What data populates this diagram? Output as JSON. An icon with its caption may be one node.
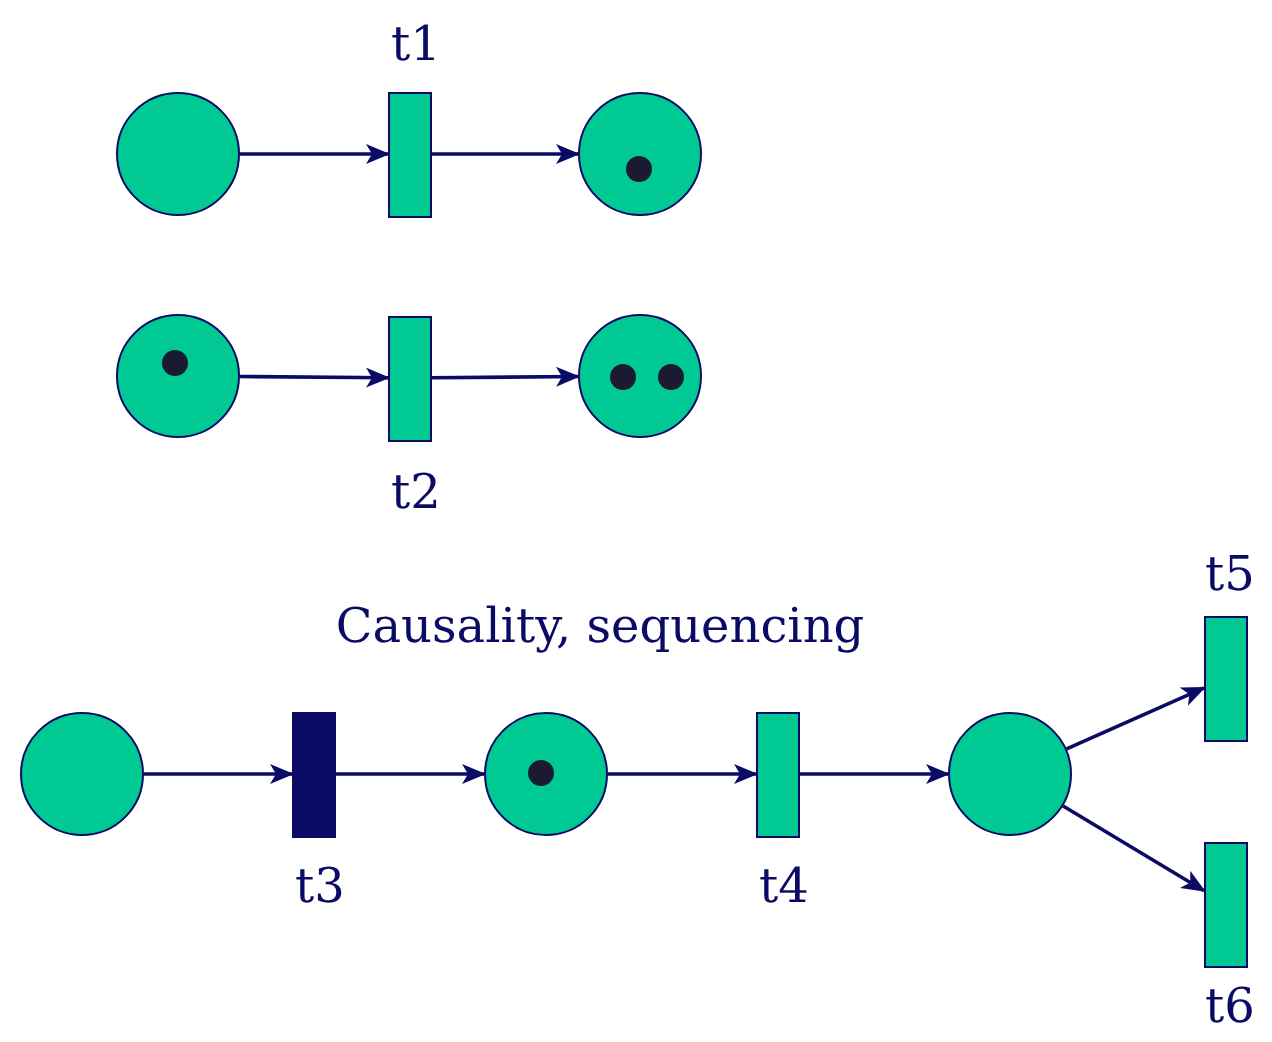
{
  "diagram": {
    "nodes": [
      {
        "text": [],
        "shape": "circle"
      },
      {
        "text": [],
        "shape": "bar",
        "beside": [
          "t1"
        ]
      },
      {
        "text": [],
        "shape": "circle"
      },
      {
        "text": [],
        "shape": "circle",
        "in": 2
      },
      {
        "text": [],
        "shape": "circle"
      },
      {
        "text": [],
        "shape": "circle",
        "in": 4
      },
      {
        "text": [],
        "shape": "bar",
        "beside": [
          "t2"
        ]
      },
      {
        "text": [],
        "shape": "circle"
      },
      {
        "text": [],
        "shape": "circle",
        "in": 7
      },
      {
        "text": [],
        "shape": "circle",
        "in": 7
      },
      {
        "text": [],
        "shape": "circle"
      },
      {
        "text": [],
        "shape": "bar",
        "beside": [
          "t3"
        ]
      },
      {
        "text": [],
        "shape": "circle"
      },
      {
        "text": [],
        "shape": "circle",
        "in": 12
      },
      {
        "text": [],
        "shape": "bar",
        "beside": [
          "t4"
        ]
      },
      {
        "text": [],
        "shape": "circle"
      },
      {
        "text": [],
        "shape": "bar",
        "beside": [
          "t5"
        ]
      },
      {
        "text": [],
        "shape": "bar",
        "beside": [
          "t6"
        ]
      }
    ],
    "edges": [
      {
        "from": 0,
        "to": 1,
        "arrow": "to"
      },
      {
        "from": 1,
        "to": 2,
        "arrow": "to"
      },
      {
        "from": 4,
        "to": 6,
        "arrow": "to"
      },
      {
        "from": 6,
        "to": 7,
        "arrow": "to"
      },
      {
        "from": 10,
        "to": 11,
        "arrow": "to"
      },
      {
        "from": 11,
        "to": 12,
        "arrow": "to"
      },
      {
        "from": 12,
        "to": 14,
        "arrow": "to"
      },
      {
        "from": 14,
        "to": 15,
        "arrow": "to"
      },
      {
        "from": 15,
        "to": 16,
        "arrow": "to"
      },
      {
        "from": 15,
        "to": 17,
        "arrow": "to"
      }
    ],
    "labels": [
      "Causality, sequencing"
    ]
  }
}
